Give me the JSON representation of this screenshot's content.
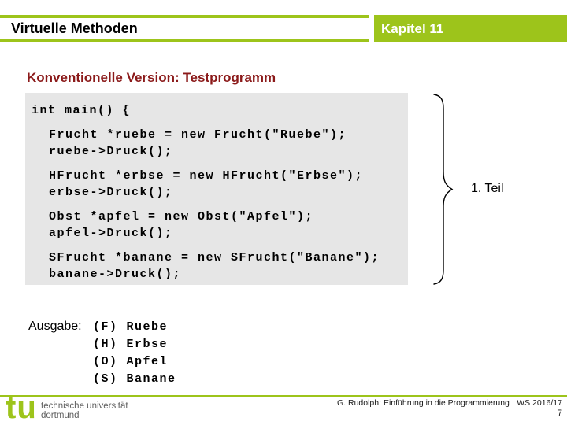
{
  "slide": {
    "title": "Virtuelle Methoden",
    "chapter_badge": "Kapitel 11",
    "subtitle": "Konventionelle Version: Testprogramm"
  },
  "code": {
    "lines": [
      {
        "text": "int main() {"
      },
      {
        "text": "Frucht *ruebe = new Frucht(\"Ruebe\");"
      },
      {
        "text": "ruebe->Druck();"
      },
      {
        "text": "HFrucht *erbse = new HFrucht(\"Erbse\");"
      },
      {
        "text": "erbse->Druck();"
      },
      {
        "text": "Obst *apfel = new Obst(\"Apfel\");"
      },
      {
        "text": "apfel->Druck();"
      },
      {
        "text": "SFrucht *banane = new SFrucht(\"Banane\");"
      },
      {
        "text": "banane->Druck();"
      }
    ]
  },
  "annotation": {
    "part_label": "1. Teil"
  },
  "output": {
    "label": "Ausgabe:",
    "lines": [
      {
        "tag": "(F)",
        "value": "Ruebe"
      },
      {
        "tag": "(H)",
        "value": "Erbse"
      },
      {
        "tag": "(O)",
        "value": "Apfel"
      },
      {
        "tag": "(S)",
        "value": "Banane"
      }
    ]
  },
  "footer": {
    "logo": "tu",
    "affiliation_line1": "technische universität",
    "affiliation_line2": "dortmund",
    "credit": "G. Rudolph: Einführung in die Programmierung · WS 2016/17",
    "page": "7"
  },
  "colors": {
    "accent_green": "#9dc41b",
    "heading_red": "#8b1a1a",
    "code_bg": "#e6e6e6"
  }
}
